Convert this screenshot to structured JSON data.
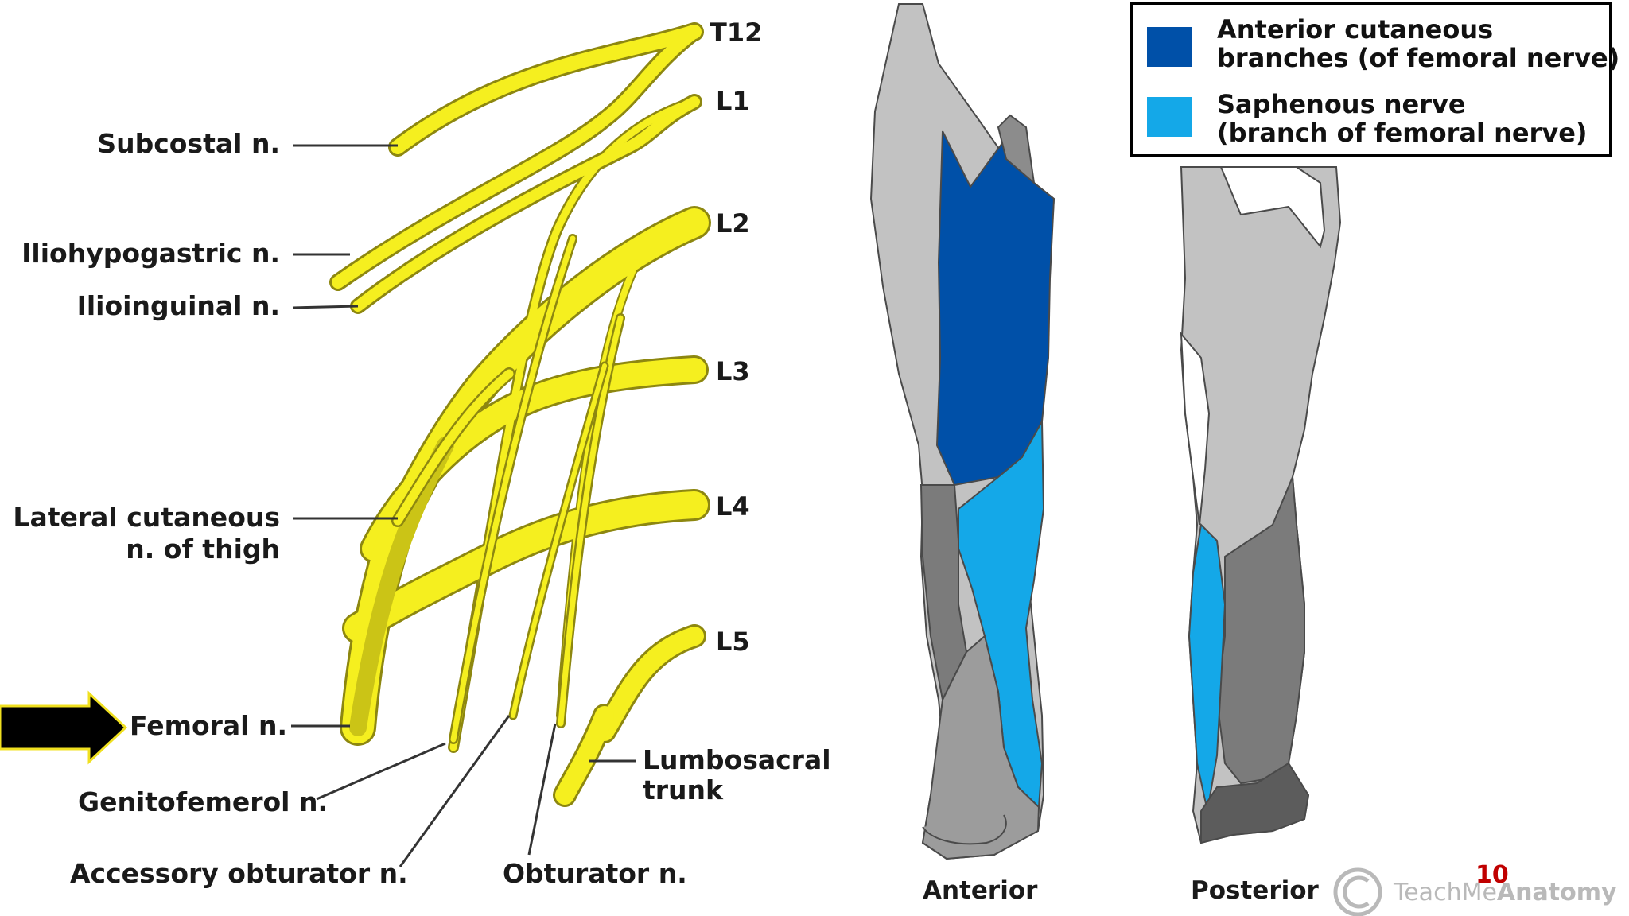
{
  "plexus": {
    "roots": [
      "T12",
      "L1",
      "L2",
      "L3",
      "L4",
      "L5"
    ],
    "nerves": {
      "subcostal": "Subcostal n.",
      "iliohypogastric": "Iliohypogastric n.",
      "ilioinguinal": "Ilioinguinal n.",
      "lateral_cutaneous_1": "Lateral cutaneous",
      "lateral_cutaneous_2": "n. of thigh",
      "femoral": "Femoral n.",
      "genitofemoral": "Genitofemerol n.",
      "accessory_obturator": "Accessory obturator n.",
      "obturator": "Obturator n.",
      "lumbosacral_1": "Lumbosacral",
      "lumbosacral_2": "trunk"
    },
    "colors": {
      "nerve_fill": "#f5ef1f",
      "nerve_dark": "#c9c21a",
      "arrow": "#000000",
      "arrow_edge": "#f0e020"
    }
  },
  "legend": {
    "items": [
      {
        "line1": "Anterior cutaneous",
        "line2": "branches (of femoral nerve)",
        "color": "#0050a8"
      },
      {
        "line1": "Saphenous nerve",
        "line2": "(branch of femoral nerve)",
        "color": "#14a8e8"
      }
    ]
  },
  "views": {
    "anterior": "Anterior",
    "posterior": "Posterior"
  },
  "footer": {
    "page_number": "10",
    "brand_plain": "TeachMe",
    "brand_bold": "Anatomy"
  }
}
